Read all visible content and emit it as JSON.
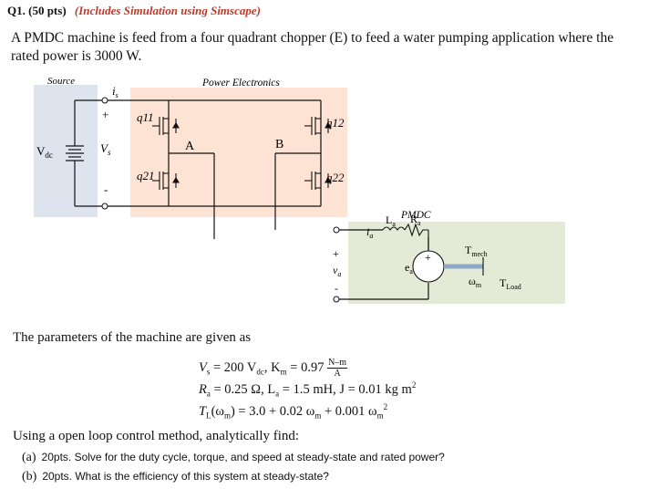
{
  "header": {
    "number": "Q1.",
    "points": "(50 pts)",
    "note": "(Includes Simulation using Simscape)"
  },
  "intro": "A PMDC machine is feed from a four quadrant chopper (E) to feed a water pumping application where the rated power is 3000 W.",
  "circuit": {
    "source_label": "Source",
    "pe_label": "Power Electronics",
    "pmdc_label": "PMDC",
    "vdc": "V",
    "vdc_sub": "dc",
    "vs": "V",
    "vs_sub": "s",
    "is": "i",
    "is_sub": "s",
    "q11": "q11",
    "q12": "q12",
    "q21": "q21",
    "q22": "q22",
    "node_a": "A",
    "node_b": "B",
    "ia": "i",
    "ia_sub": "a",
    "la": "L",
    "la_sub": "a",
    "ra": "R",
    "ra_sub": "a",
    "va": "v",
    "va_sub": "a",
    "ea": "e",
    "ea_sub": "a",
    "tmech": "T",
    "tmech_sub": "mech",
    "tload": "T",
    "tload_sub": "Load",
    "wm": "ω",
    "wm_sub": "m",
    "plus": "+",
    "minus": "-",
    "colors": {
      "source_bg": "#dde4ee",
      "pe_bg": "#fde3d3",
      "motor_bg": "#e3ebd6",
      "wire": "#111111",
      "note": "#c0392b"
    }
  },
  "params_intro": "The parameters of the machine are given as",
  "equations": {
    "line1_a": "V",
    "line1_a_sub": "s",
    "line1_b": " = 200 V",
    "line1_b_sub": "dc",
    "line1_c": ", K",
    "line1_c_sub": "m",
    "line1_d": " = 0.97",
    "line1_frac_top": "N–m",
    "line1_frac_bottom": "A",
    "line2_a": "R",
    "line2_a_sub": "a",
    "line2_b": " = 0.25 Ω, L",
    "line2_b_sub": "a",
    "line2_c": " = 1.5 mH, J = 0.01 kg m",
    "line2_sup": "2",
    "line3_a": "T",
    "line3_a_sub": "L",
    "line3_b": "(ω",
    "line3_b_sub": "m",
    "line3_c": ") = 3.0 + 0.02 ω",
    "line3_c_sub": "m",
    "line3_d": " + 0.001 ω",
    "line3_d_sub": "m",
    "line3_sup": "2"
  },
  "method": "Using a open loop control method, analytically find:",
  "parts": [
    {
      "label": "(a)",
      "text": "20pts. Solve for the duty cycle, torque, and speed at steady-state and rated power?"
    },
    {
      "label": "(b)",
      "text": "20pts. What is the efficiency of this system at steady-state?"
    }
  ]
}
